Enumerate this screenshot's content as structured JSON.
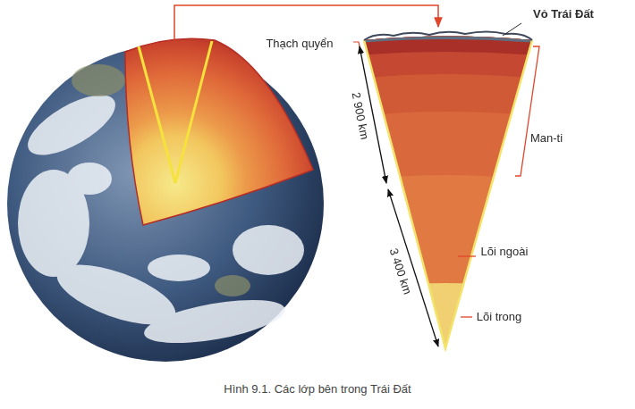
{
  "diagram": {
    "caption": "Hình 9.1. Các lớp bên trong Trái Đất",
    "labels": [
      "Vỏ Trái Đất",
      "Thạch quyển",
      "Man-ti",
      "2 900 km",
      "3 400 km",
      "Lõi ngoài",
      "Lõi trong"
    ]
  }
}
